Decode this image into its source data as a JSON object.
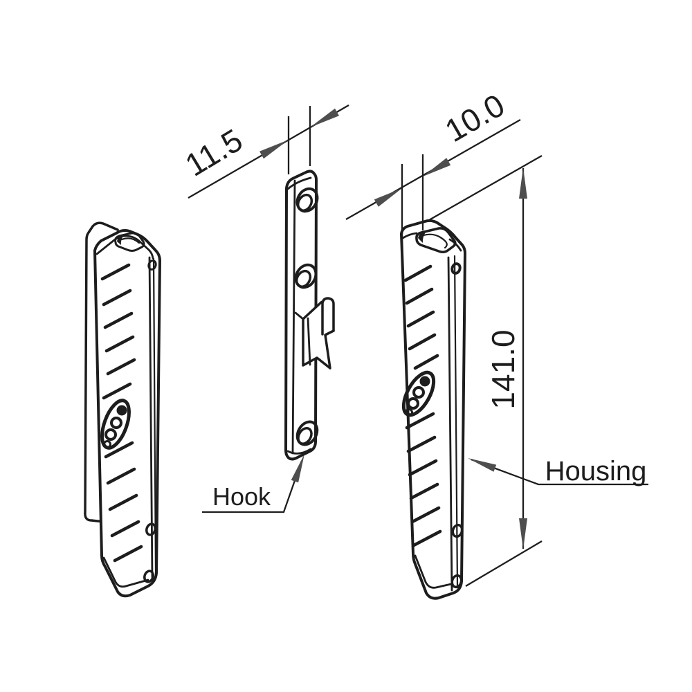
{
  "drawing": {
    "type": "technical-isometric-line-drawing",
    "colors": {
      "line": "#1d1d1d",
      "arrow": "#4e4e4e",
      "background": "#ffffff"
    },
    "dimensions": {
      "hook_thickness": "11.5",
      "housing_thickness": "10.0",
      "housing_length": "141.0"
    },
    "labels": {
      "hook": "Hook",
      "housing": "Housing"
    }
  }
}
